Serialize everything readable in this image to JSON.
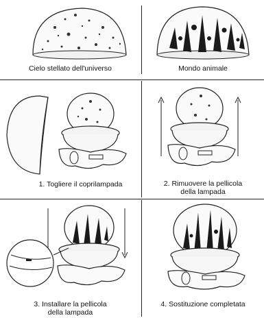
{
  "panels": {
    "starry_sky": {
      "caption": "Cielo stellato dell'universo"
    },
    "animal_world": {
      "caption": "Mondo animale"
    },
    "step1": {
      "caption": "1. Togliere il coprilampada"
    },
    "step2": {
      "caption_line1": "2. Rimuovere la pellicola",
      "caption_line2": "della lampada"
    },
    "step3": {
      "caption_line1": "3. Installare la pellicola",
      "caption_line2": "della lampada"
    },
    "step4": {
      "caption": "4. Sostituzione completata"
    }
  },
  "colors": {
    "line": "#222222",
    "shade": "#1a1a1a"
  }
}
